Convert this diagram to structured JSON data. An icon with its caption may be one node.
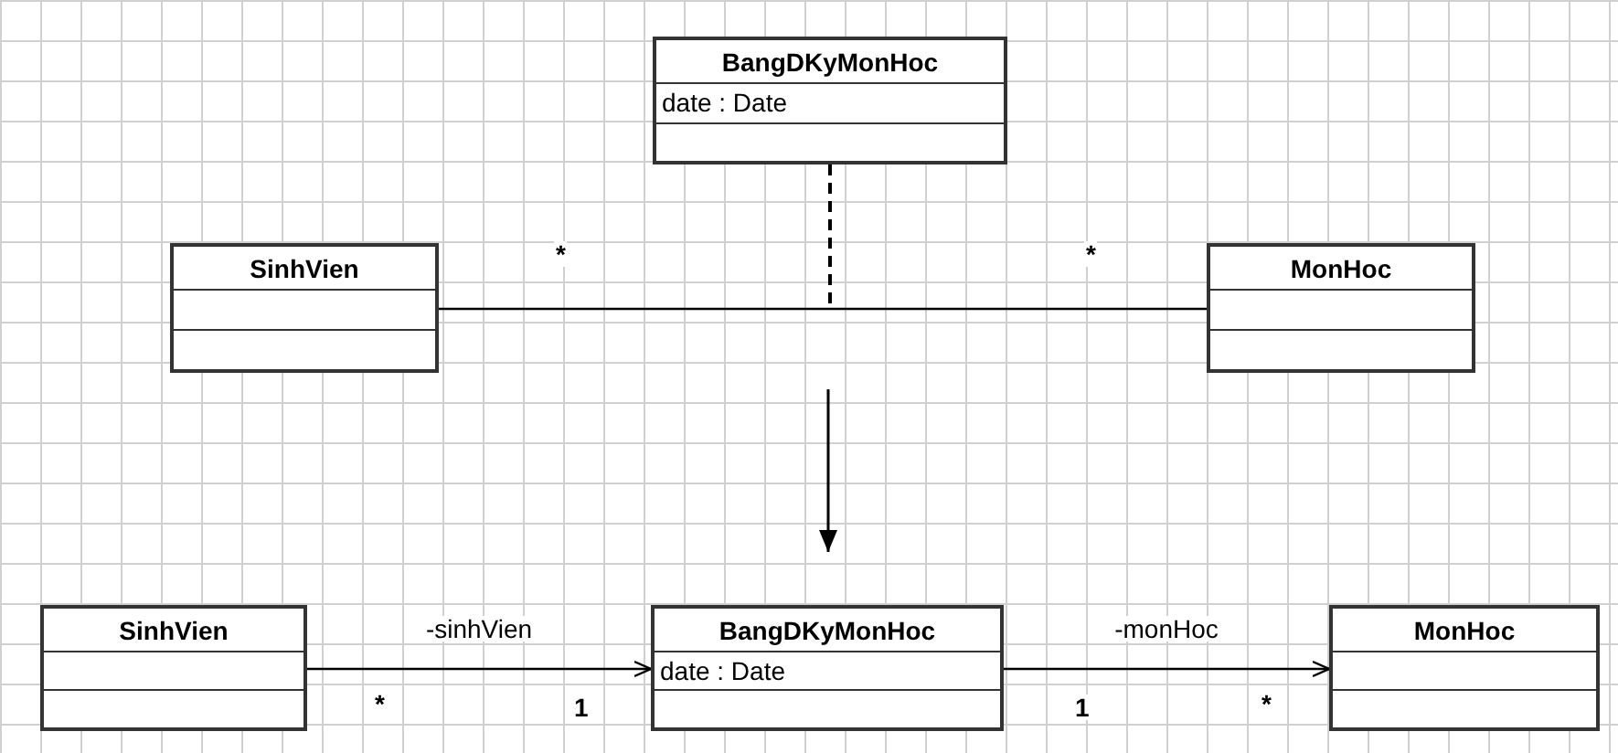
{
  "diagram": {
    "nodes": [
      {
        "text": [
          "BangDKyMonHoc",
          "date : Date"
        ]
      },
      {
        "text": [
          "SinhVien"
        ]
      },
      {
        "text": [
          "MonHoc"
        ]
      },
      {
        "text": [
          "SinhVien"
        ]
      },
      {
        "text": [
          "BangDKyMonHoc",
          "date : Date"
        ]
      },
      {
        "text": [
          "MonHoc"
        ]
      }
    ],
    "edges": [
      {
        "from": 1,
        "to": 2,
        "arrow": "none"
      },
      {
        "from": 0,
        "to": null,
        "arrow": "none",
        "style": "dashed"
      },
      {
        "from": 3,
        "to": 4,
        "arrow": "to",
        "label": "-sinhVien"
      },
      {
        "from": 4,
        "to": 5,
        "arrow": "to",
        "label": "-monHoc"
      }
    ],
    "labels": [
      "*",
      "*",
      "*",
      "1",
      "1",
      "*"
    ]
  }
}
